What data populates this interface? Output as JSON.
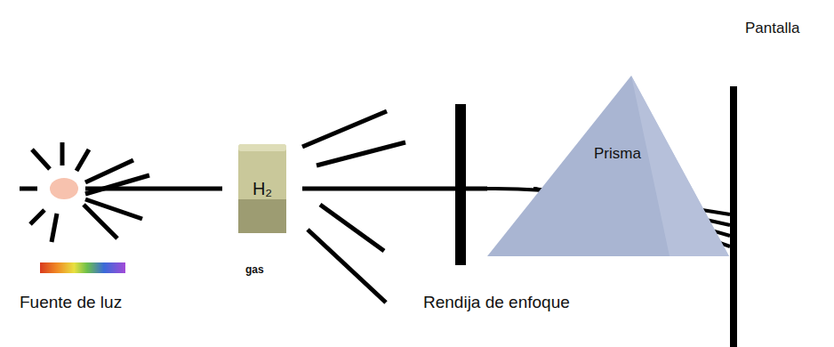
{
  "diagram": {
    "nodes": [
      {
        "text": [
          "H₂"
        ]
      },
      {
        "text": [
          "Prisma"
        ]
      }
    ],
    "edges": [
      {
        "from": 0,
        "to": 1,
        "arrow": "none"
      }
    ],
    "labels": [
      "Pantalla",
      "gas",
      "Fuente de luz",
      "Rendija de enfoque"
    ]
  }
}
